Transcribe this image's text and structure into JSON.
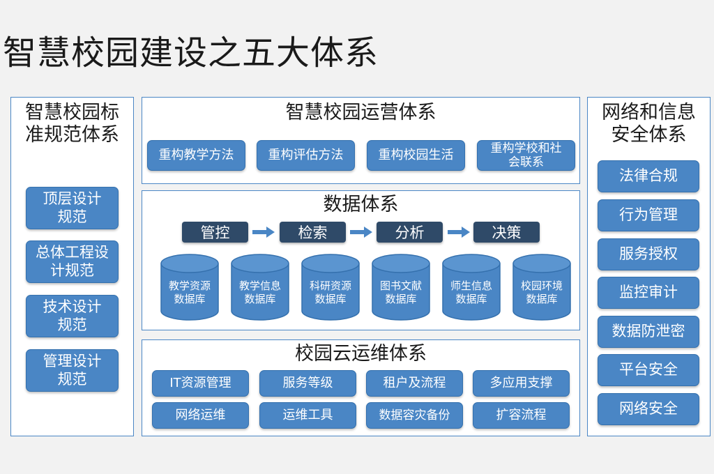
{
  "title": "智慧校园建设之五大体系",
  "standards": {
    "title": "智慧校园标准规范体系",
    "items": [
      "顶层设计规范",
      "总体工程设计规范",
      "技术设计规范",
      "管理设计规范"
    ]
  },
  "operations": {
    "title": "智慧校园运营体系",
    "items": [
      "重构教学方法",
      "重构评估方法",
      "重构校园生活",
      "重构学校和社会联系"
    ]
  },
  "data": {
    "title": "数据体系",
    "flow": [
      "管控",
      "检索",
      "分析",
      "决策"
    ],
    "databases": [
      "教学资源数据库",
      "教学信息数据库",
      "科研资源数据库",
      "图书文献数据库",
      "师生信息数据库",
      "校园环境数据库"
    ]
  },
  "cloud": {
    "title": "校园云运维体系",
    "items": [
      "IT资源管理",
      "服务等级",
      "租户及流程",
      "多应用支撑",
      "网络运维",
      "运维工具",
      "数据容灾备份",
      "扩容流程"
    ]
  },
  "security": {
    "title": "网络和信息安全体系",
    "items": [
      "法律合规",
      "行为管理",
      "服务授权",
      "监控审计",
      "数据防泄密",
      "平台安全",
      "网络安全"
    ]
  },
  "colors": {
    "box_fill": "#4a86c5",
    "flow_fill": "#2f4a68",
    "panel_border": "#4a86c5"
  }
}
